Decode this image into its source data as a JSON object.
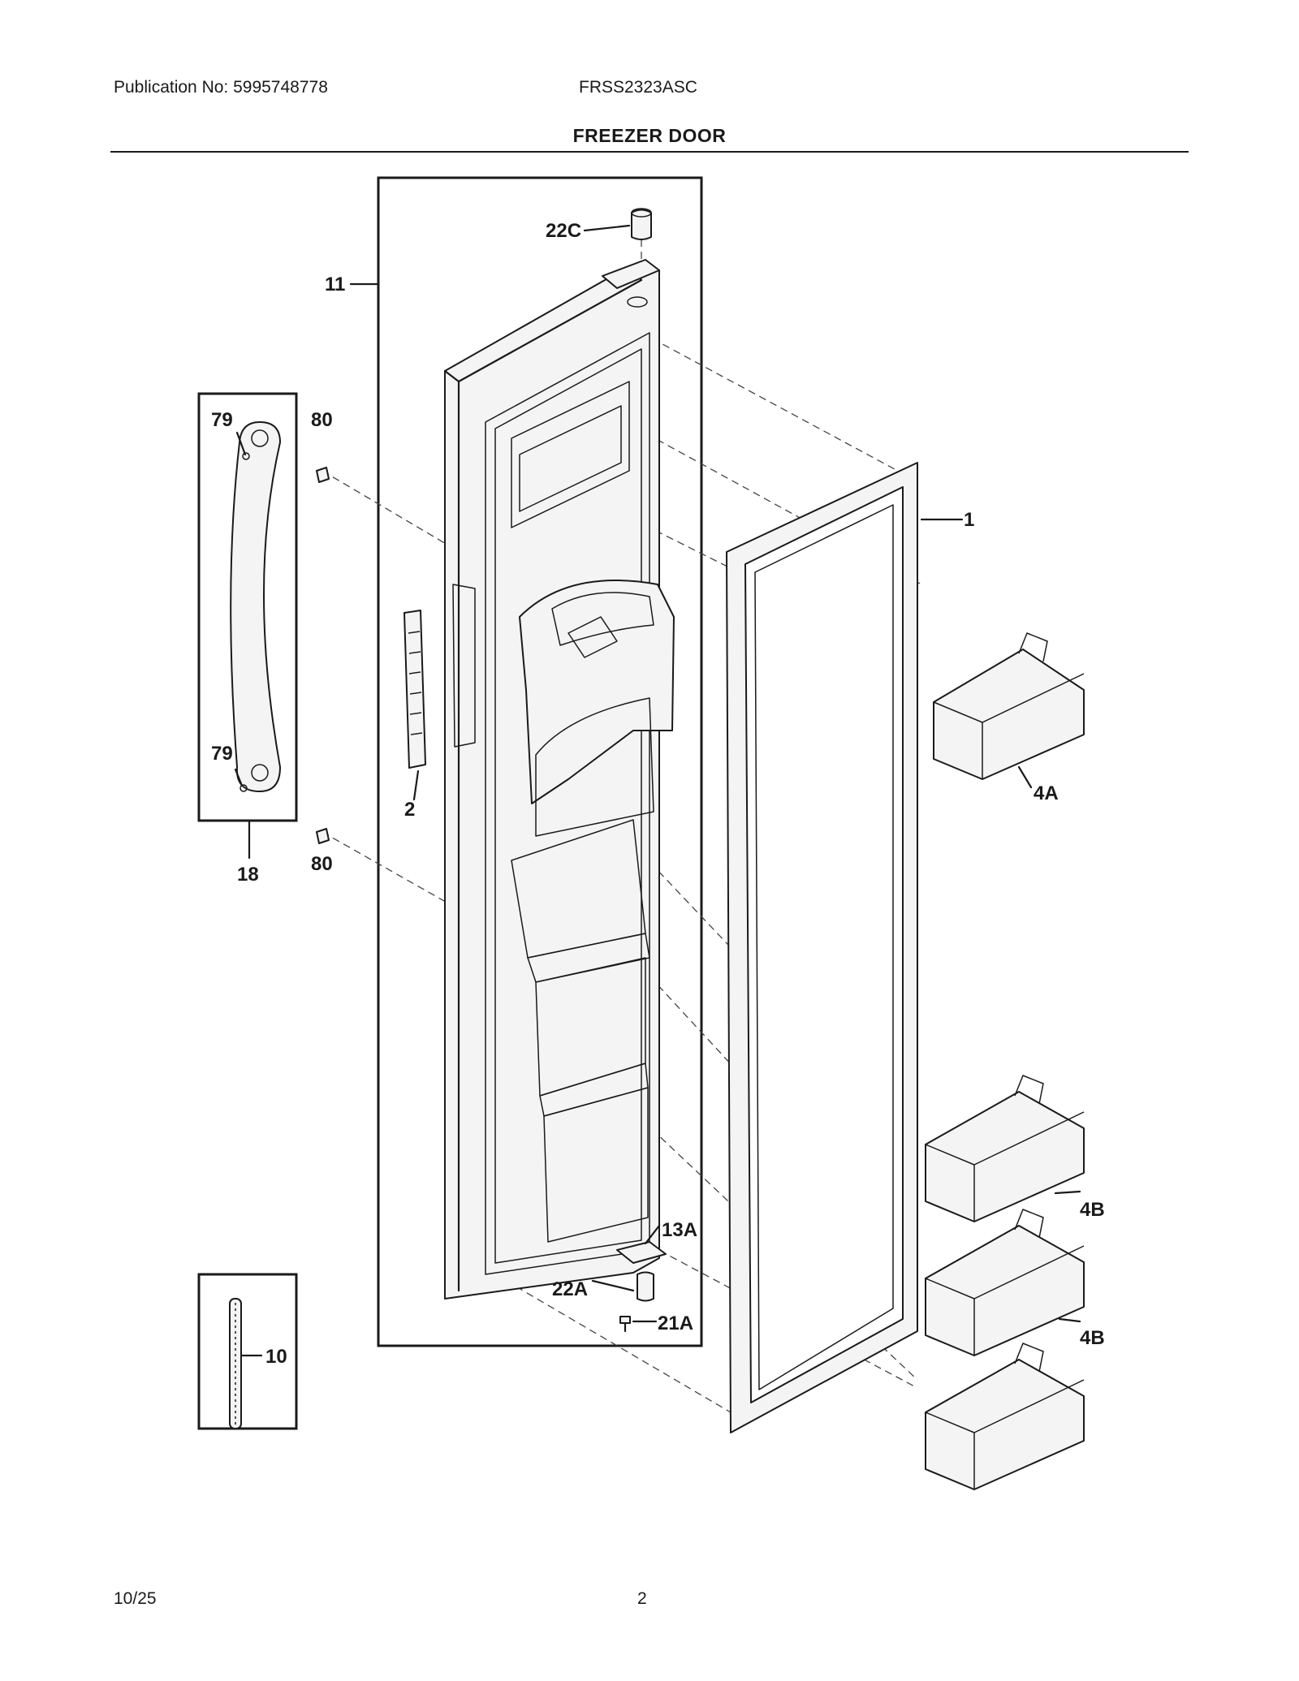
{
  "header": {
    "publication": "Publication No: 5995748778",
    "model": "FRSS2323ASC",
    "title": "FREEZER DOOR"
  },
  "footer": {
    "date": "10/25",
    "page": "2"
  },
  "callouts": {
    "p22C": "22C",
    "p11": "11",
    "p79a": "79",
    "p80a": "80",
    "p1": "1",
    "p79b": "79",
    "p4A": "4A",
    "p2": "2",
    "p80b": "80",
    "p18": "18",
    "p13A": "13A",
    "p4B_a": "4B",
    "p22A": "22A",
    "p21A": "21A",
    "p4B_b": "4B",
    "p10": "10"
  }
}
